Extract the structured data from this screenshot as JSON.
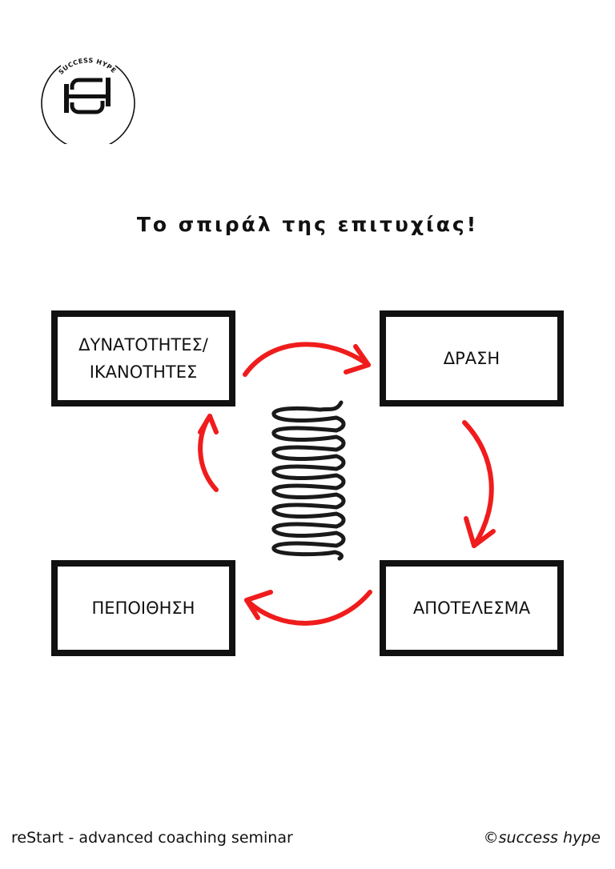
{
  "logo": {
    "text": "SUCCESS HYPE",
    "monogram": "SH"
  },
  "title": "Το σπιράλ της επιτυχίας!",
  "boxes": {
    "top_left": {
      "line1": "ΔΥΝΑΤΟΤΗΤΕΣ/",
      "line2": "ΙΚΑΝΟΤΗΤΕΣ"
    },
    "top_right": "ΔΡΑΣΗ",
    "bottom_right": "ΑΠΟΤΕΛΕΣΜΑ",
    "bottom_left": "ΠΕΠΟΙΘΗΣΗ"
  },
  "colors": {
    "arrow": "#f01c1c",
    "ink": "#111111"
  },
  "footer": {
    "left": "reStart - advanced coaching seminar",
    "right": "©success hype"
  }
}
